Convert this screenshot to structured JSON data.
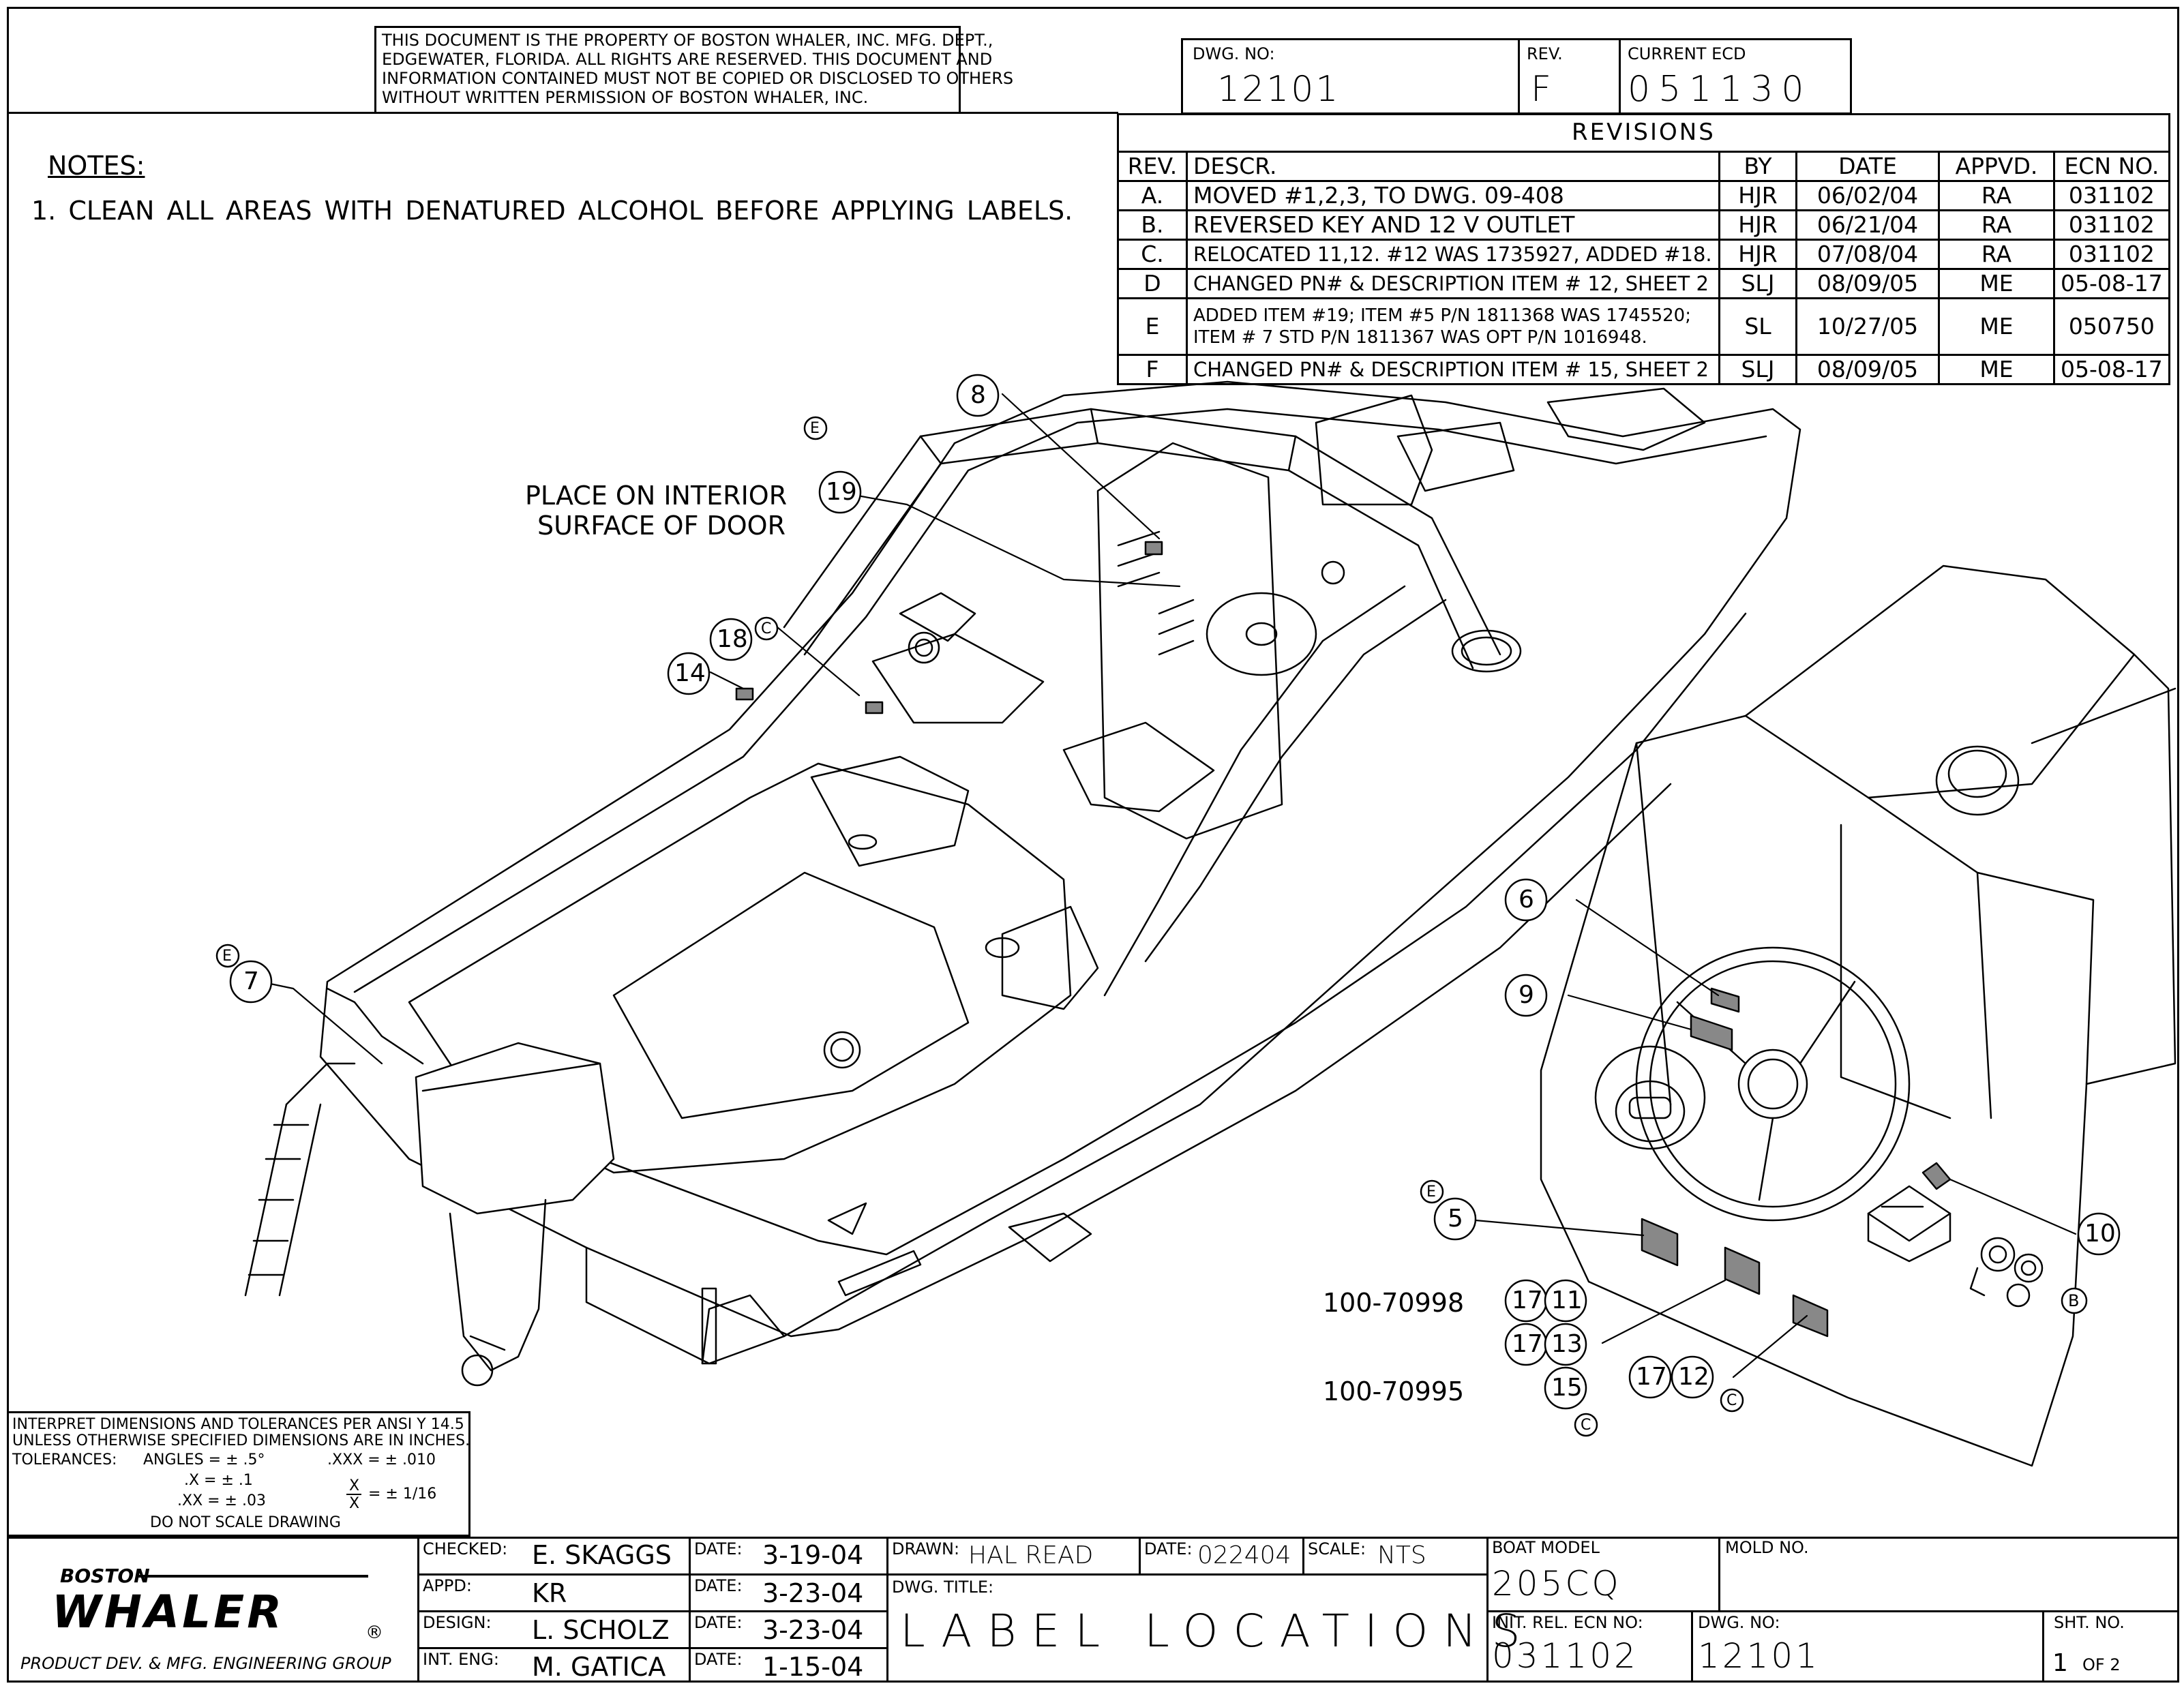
{
  "header": {
    "proprietary": [
      "THIS DOCUMENT IS THE PROPERTY OF BOSTON WHALER, INC. MFG. DEPT.,",
      "EDGEWATER, FLORIDA.  ALL RIGHTS ARE RESERVED.  THIS DOCUMENT AND",
      "INFORMATION CONTAINED MUST NOT BE COPIED OR DISCLOSED TO OTHERS",
      "WITHOUT WRITTEN PERMISSION OF BOSTON WHALER, INC."
    ],
    "dwg_no_label": "DWG. NO:",
    "dwg_no": "12101",
    "rev_label": "REV.",
    "rev": "F",
    "ecd_label": "CURRENT ECD",
    "ecd": "051130"
  },
  "notes": {
    "title": "NOTES:",
    "items": [
      "1.  CLEAN ALL AREAS WITH DENATURED ALCOHOL BEFORE APPLYING LABELS."
    ]
  },
  "revisions": {
    "title": "REVISIONS",
    "columns": [
      "REV.",
      "DESCR.",
      "BY",
      "DATE",
      "APPVD.",
      "ECN NO."
    ],
    "rows": [
      {
        "rev": "A.",
        "descr": [
          "MOVED #1,2,3, TO DWG. 09-408"
        ],
        "by": "HJR",
        "date": "06/02/04",
        "appvd": "RA",
        "ecn": "031102"
      },
      {
        "rev": "B.",
        "descr": [
          "REVERSED KEY AND 12 V OUTLET"
        ],
        "by": "HJR",
        "date": "06/21/04",
        "appvd": "RA",
        "ecn": "031102"
      },
      {
        "rev": "C.",
        "descr": [
          "RELOCATED 11,12. #12 WAS 1735927, ADDED #18."
        ],
        "by": "HJR",
        "date": "07/08/04",
        "appvd": "RA",
        "ecn": "031102"
      },
      {
        "rev": "D",
        "descr": [
          "CHANGED PN# & DESCRIPTION ITEM # 12, SHEET 2"
        ],
        "by": "SLJ",
        "date": "08/09/05",
        "appvd": "ME",
        "ecn": "05-08-17"
      },
      {
        "rev": "E",
        "descr": [
          "ADDED ITEM #19; ITEM #5 P/N 1811368 WAS 1745520;",
          "ITEM # 7 STD P/N 1811367 WAS OPT P/N 1016948."
        ],
        "by": "SL",
        "date": "10/27/05",
        "appvd": "ME",
        "ecn": "050750"
      },
      {
        "rev": "F",
        "descr": [
          "CHANGED PN# & DESCRIPTION ITEM # 15, SHEET 2"
        ],
        "by": "SLJ",
        "date": "08/09/05",
        "appvd": "ME",
        "ecn": "05-08-17"
      }
    ]
  },
  "annotations": {
    "place_on_interior": [
      "PLACE ON INTERIOR",
      "SURFACE OF DOOR"
    ],
    "part_a": "100-70998",
    "part_b": "100-70995"
  },
  "callouts": {
    "c5": "5",
    "c6": "6",
    "c7": "7",
    "c8": "8",
    "c9": "9",
    "c10": "10",
    "c11": "11",
    "c12": "12",
    "c13": "13",
    "c14": "14",
    "c15": "15",
    "c17a": "17",
    "c17b": "17",
    "c17c": "17",
    "c18": "18",
    "c19": "19",
    "rev_e": "E",
    "rev_c": "C",
    "rev_b": "B"
  },
  "tolerances": {
    "line1": "INTERPRET DIMENSIONS AND TOLERANCES PER ANSI Y 14.5",
    "line2": "UNLESS OTHERWISE SPECIFIED DIMENSIONS ARE IN INCHES.",
    "label": "TOLERANCES:",
    "angles": "ANGLES = ± .5°",
    "xxx": ".XXX = ± .010",
    "x": ".X = ± .1",
    "xx": ".XX = ± .03",
    "frac_num": "X",
    "frac_den": "X",
    "frac_val": "= ± 1/16",
    "noscale": "DO NOT SCALE DRAWING"
  },
  "title_block": {
    "logo_top": "BOSTON",
    "logo_main": "WHALER",
    "logo_reg": "®",
    "group": "PRODUCT DEV. & MFG. ENGINEERING GROUP",
    "checked_label": "CHECKED:",
    "checked": "E. SKAGGS",
    "appd_label": "APPD:",
    "appd": "KR",
    "design_label": "DESIGN:",
    "design": "L. SCHOLZ",
    "inteng_label": "INT. ENG:",
    "inteng": "M. GATICA",
    "date_label": "DATE:",
    "date1": "3-19-04",
    "date2": "3-23-04",
    "date3": "3-23-04",
    "date4": "1-15-04",
    "drawn_label": "DRAWN:",
    "drawn": "HAL READ",
    "drawn_date_label": "DATE:",
    "drawn_date": "022404",
    "scale_label": "SCALE:",
    "scale": "NTS",
    "boat_model_label": "BOAT MODEL",
    "boat_model": "205CQ",
    "mold_label": "MOLD NO.",
    "dwg_title_label": "DWG. TITLE:",
    "dwg_title": "LABEL LOCATIONS",
    "ecn_label": "INIT. REL. ECN NO:",
    "ecn": "031102",
    "dwg_no_label": "DWG. NO:",
    "dwg_no": "12101",
    "sht_label": "SHT. NO.",
    "sht": "1",
    "sht_of": "OF 2"
  }
}
